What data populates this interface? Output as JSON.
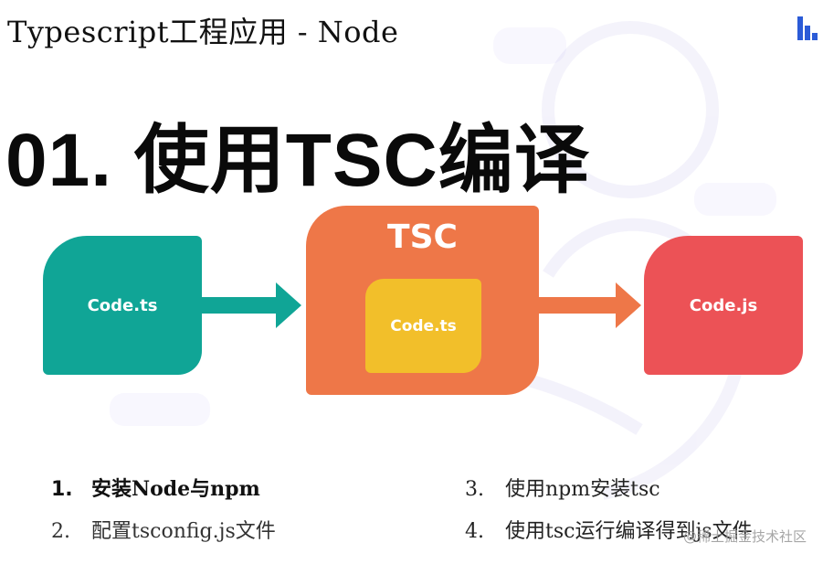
{
  "header": {
    "title": "Typescript工程应用 -  Node"
  },
  "main": {
    "title": "01. 使用TSC编译"
  },
  "diagram": {
    "source_label": "Code.ts",
    "compiler_label": "TSC",
    "compiler_inner_label": "Code.ts",
    "output_label": "Code.js",
    "colors": {
      "source": "#10a596",
      "compiler": "#ee7748",
      "inner": "#f2bf2a",
      "output": "#ec5256",
      "arrow1": "#10a596",
      "arrow2": "#ee7748"
    }
  },
  "steps": [
    {
      "num": "1.",
      "text": "安装Node与npm",
      "active": true
    },
    {
      "num": "2.",
      "text": "配置tsconfig.js文件",
      "active": false
    },
    {
      "num": "3.",
      "text": "使用npm安装tsc",
      "active": false
    },
    {
      "num": "4.",
      "text": "使用tsc运行编译得到js文件",
      "active": false
    }
  ],
  "footer": {
    "watermark": "@稀土掘金技术社区"
  },
  "icons": {
    "brand": "logo-icon",
    "background": "astronaut-illustration"
  }
}
